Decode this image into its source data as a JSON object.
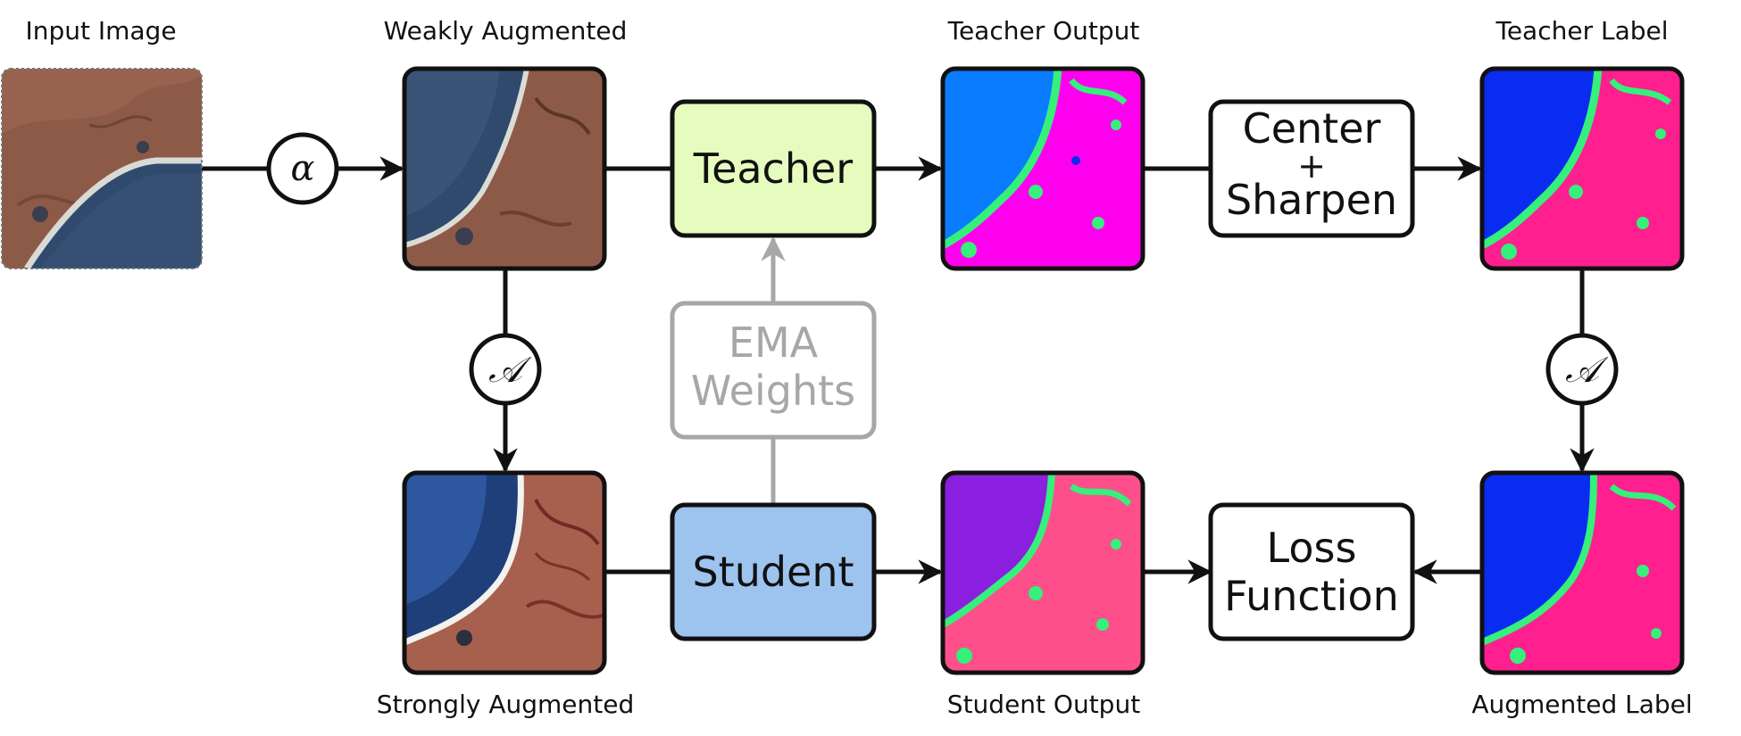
{
  "labels": {
    "input_image": "Input Image",
    "weakly_augmented": "Weakly Augmented",
    "strongly_augmented": "Strongly Augmented",
    "teacher_output": "Teacher Output",
    "student_output": "Student Output",
    "teacher_label": "Teacher Label",
    "augmented_label": "Augmented Label"
  },
  "boxes": {
    "teacher": "Teacher",
    "student": "Student",
    "ema_line1": "EMA",
    "ema_line2": "Weights",
    "center_line1": "Center",
    "center_line2": "+",
    "center_line3": "Sharpen",
    "loss_line1": "Loss",
    "loss_line2": "Function"
  },
  "operators": {
    "alpha": "α",
    "augment_left": "𝒜",
    "augment_right": "𝒜"
  },
  "colors": {
    "teacher_box": "#e6fcbf",
    "student_box": "#9dc3ef",
    "ema_gray": "#a7a7a7",
    "water_blue": "#2f4a6d",
    "land_brown": "#8e5a48",
    "seg_magenta": "#ff00ee",
    "seg_pink": "#ff1f8e",
    "seg_green": "#35f07a",
    "seg_blue": "#0a2cf0",
    "seg_sky": "#0a7cff",
    "seg_purple": "#8a1fe0"
  }
}
